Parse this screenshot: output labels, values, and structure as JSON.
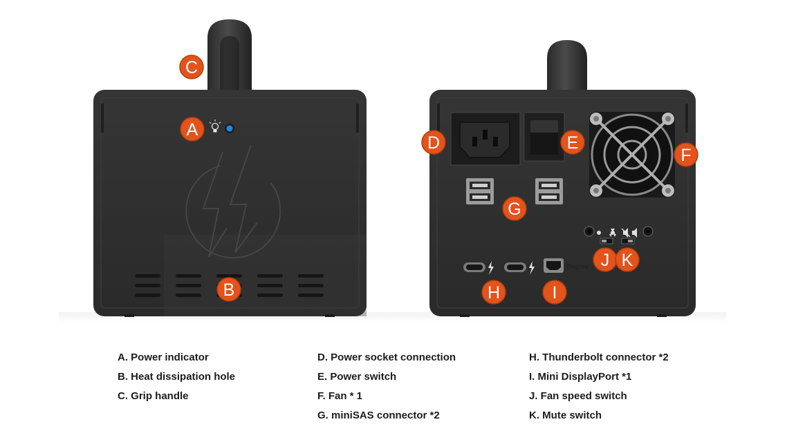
{
  "colors": {
    "badge": "#e2541b",
    "body": "#2f2f2f",
    "body_edge": "#1e1e1e",
    "indicator": "#1e88e5",
    "background": "#ffffff"
  },
  "callouts": {
    "a": "A",
    "b": "B",
    "c": "C",
    "d": "D",
    "e": "E",
    "f": "F",
    "g": "G",
    "h": "H",
    "i": "I",
    "j": "J",
    "k": "K"
  },
  "rear_panel": {
    "display_label": "Display"
  },
  "icons": {
    "power_indicator": "lightbulb-icon",
    "logo": "thunderbolt-logo-icon",
    "thunderbolt": "thunderbolt-icon",
    "fan": "fan-icon",
    "mute": "mute-icon"
  },
  "legend": {
    "columns": [
      {
        "items": [
          "A. Power indicator",
          "B. Heat dissipation hole",
          "C. Grip handle"
        ]
      },
      {
        "items": [
          "D. Power socket connection",
          "E. Power switch",
          "F. Fan * 1",
          "G. miniSAS connector *2"
        ]
      },
      {
        "items": [
          "H. Thunderbolt connector *2",
          "I. Mini DisplayPort *1",
          "J. Fan speed switch",
          "K. Mute switch"
        ]
      }
    ]
  }
}
